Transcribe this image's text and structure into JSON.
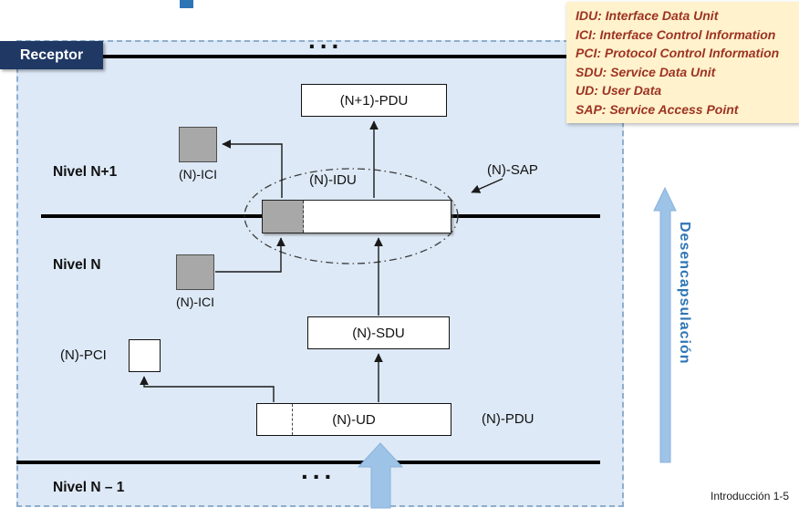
{
  "header": {
    "receptor": "Receptor"
  },
  "legend": {
    "items": [
      "IDU: Interface Data Unit",
      "ICI: Interface Control Information",
      "PCI: Protocol Control Information",
      "SDU: Service Data Unit",
      "UD: User Data",
      "SAP: Service Access Point"
    ]
  },
  "levels": [
    {
      "label": "Nivel N+1"
    },
    {
      "label": "Nivel N"
    },
    {
      "label": "Nivel N – 1"
    }
  ],
  "nodes": {
    "pdu_top": "(N+1)-PDU",
    "ici_top": "(N)-ICI",
    "idu": "(N)-IDU",
    "sap": "(N)-SAP",
    "ici_mid": "(N)-ICI",
    "sdu": "(N)-SDU",
    "pci": "(N)-PCI",
    "ud": "(N)-UD",
    "pdu_right": "(N)-PDU"
  },
  "diagram": {
    "dots_top": "...",
    "dots_bottom": "..."
  },
  "side": {
    "label": "Desencapsulación"
  },
  "footer": {
    "page_label": "Introducción 1-5"
  },
  "colors": {
    "badge_navy": "#1F3864",
    "panel_blue": "#DDE9F6",
    "legend_bg": "#FFF2CC",
    "legend_text": "#9D3323",
    "block_arrow_blue": "#9DC3E6",
    "side_text_blue": "#2E75B6",
    "segment_gray": "#A8A8A8"
  }
}
